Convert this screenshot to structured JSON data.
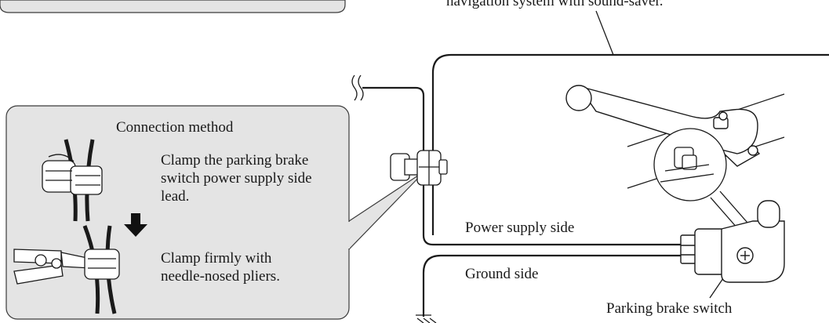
{
  "top_label_partial": "navigation system with sound-saver.",
  "callout": {
    "title": "Connection method",
    "step1": "Clamp the parking brake switch power supply side lead.",
    "step2": "Clamp firmly with needle-nosed pliers."
  },
  "labels": {
    "power_supply_side": "Power supply side",
    "ground_side": "Ground side",
    "parking_brake_switch": "Parking brake switch"
  },
  "colors": {
    "callout_fill": "#e4e4e4",
    "line": "#1a1a1a",
    "arrow": "#111111"
  }
}
